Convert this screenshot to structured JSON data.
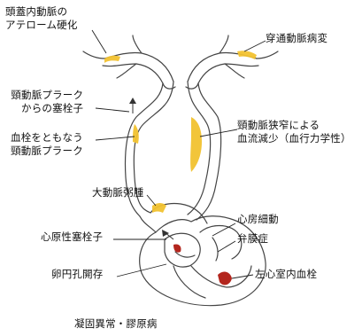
{
  "labels": {
    "intracranial_atherosclerosis": [
      "頭蓋内動脈の",
      "アテローム硬化"
    ],
    "penetrating_artery_disease": "穿通動脈病変",
    "carotid_plaque_embolism": [
      "頸動脈プラーク",
      "からの塞栓子"
    ],
    "carotid_stenosis_hypoperfusion": [
      "頸動脈狭窄による",
      "血流減少（血行力学性）"
    ],
    "thrombus_carotid_plaque": [
      "血栓をともなう",
      "頸動脈プラーク"
    ],
    "aortic_atheroma": "大動脈粥腫",
    "atrial_fibrillation": "心房細動",
    "cardiogenic_embolus": "心原性塞栓子",
    "valvular_disease": "弁膜症",
    "patent_foramen_ovale": "卵円孔開存",
    "lv_thrombus": "左心室内血栓",
    "coagulation_collagen": "凝固異常・膠原病"
  },
  "colors": {
    "vessel_stroke": "#444444",
    "plaque": "#f2c230",
    "thrombus": "#b3261e"
  }
}
